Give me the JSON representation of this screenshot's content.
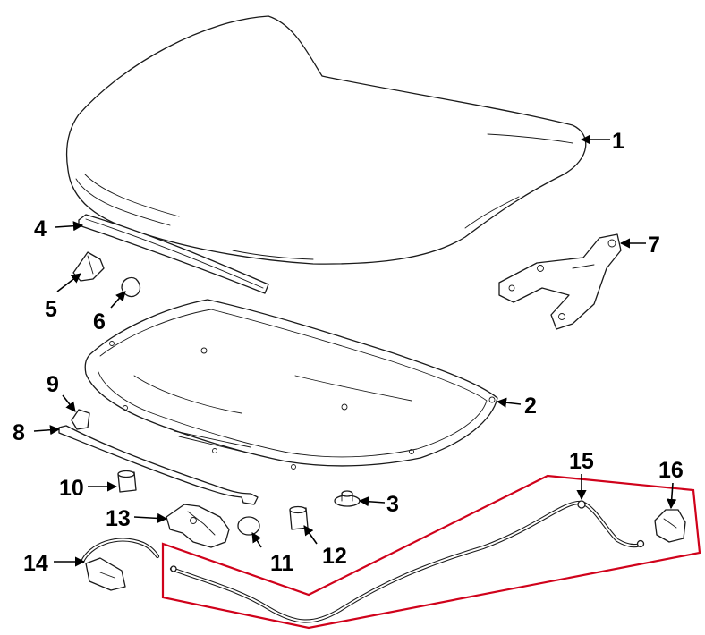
{
  "callouts": [
    {
      "id": "1",
      "label": "1"
    },
    {
      "id": "2",
      "label": "2"
    },
    {
      "id": "3",
      "label": "3"
    },
    {
      "id": "4",
      "label": "4"
    },
    {
      "id": "5",
      "label": "5"
    },
    {
      "id": "6",
      "label": "6"
    },
    {
      "id": "7",
      "label": "7"
    },
    {
      "id": "8",
      "label": "8"
    },
    {
      "id": "9",
      "label": "9"
    },
    {
      "id": "10",
      "label": "10"
    },
    {
      "id": "11",
      "label": "11"
    },
    {
      "id": "12",
      "label": "12"
    },
    {
      "id": "13",
      "label": "13"
    },
    {
      "id": "14",
      "label": "14"
    },
    {
      "id": "15",
      "label": "15"
    },
    {
      "id": "16",
      "label": "16"
    }
  ],
  "colors": {
    "line": "#1a1a1a",
    "highlight": "#d0021b",
    "background": "#ffffff"
  }
}
